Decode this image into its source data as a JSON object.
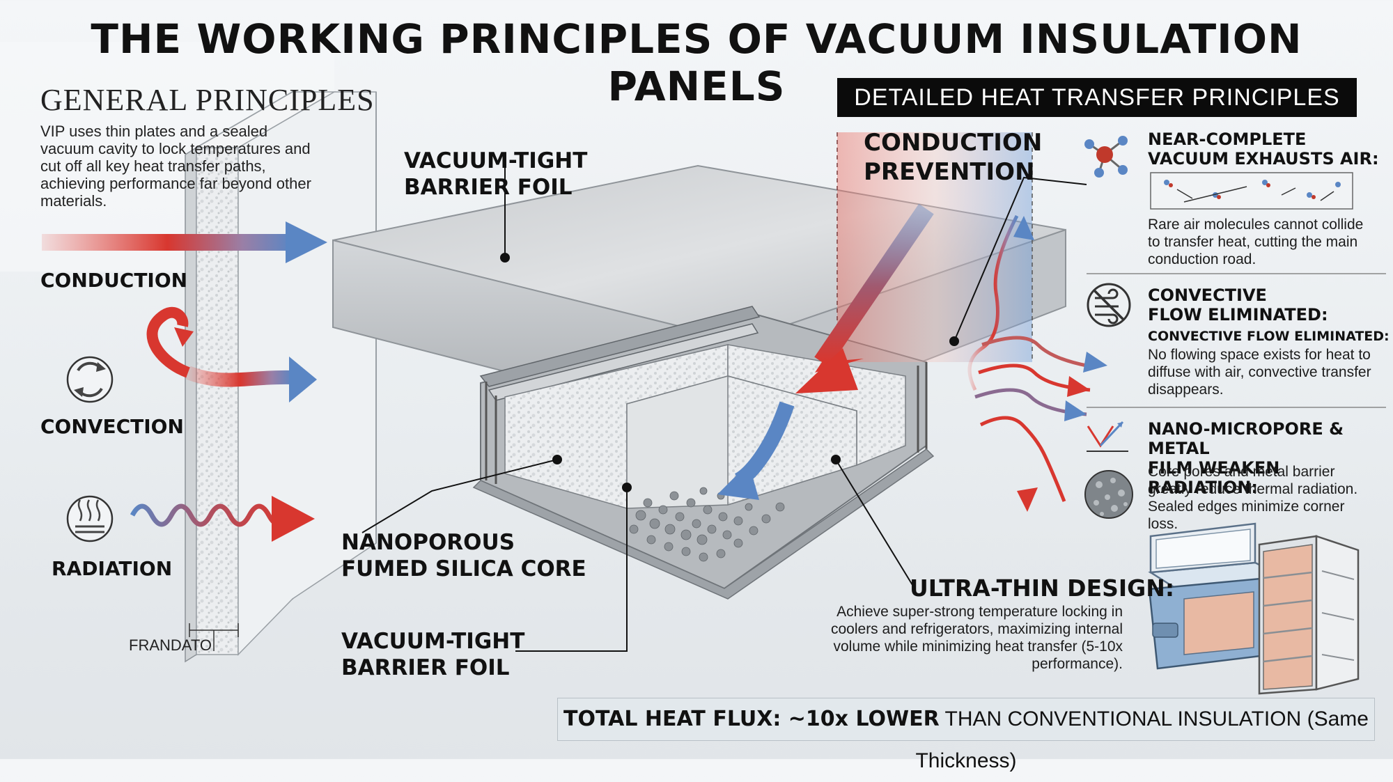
{
  "title": "THE WORKING PRINCIPLES OF VACUUM INSULATION PANELS",
  "general": {
    "heading": "GENERAL PRINCIPLES",
    "text": "VIP uses thin plates and a sealed vacuum cavity to lock temperatures and cut off all key heat transfer paths, achieving performance far beyond other materials.",
    "labels": {
      "conduction": "CONDUCTION",
      "convection": "CONVECTION",
      "radiation": "RADIATION"
    },
    "panel_label": "FRANDATO"
  },
  "callouts": {
    "foil_top_1": "VACUUM-TIGHT",
    "foil_top_2": "BARRIER FOIL",
    "core_1": "NANOPOROUS",
    "core_2": "FUMED SILICA CORE",
    "foil_bottom_1": "VACUUM-TIGHT",
    "foil_bottom_2": "BARRIER FOIL"
  },
  "detail": {
    "heading": "DETAILED HEAT TRANSFER PRINCIPLES",
    "conduction_prevention_1": "CONDUCTION",
    "conduction_prevention_2": "PREVENTION",
    "vacuum": {
      "head_1": "NEAR-COMPLETE",
      "head_2": "VACUUM EXHAUSTS AIR:",
      "text": "Rare air molecules cannot collide to transfer heat, cutting the main conduction road."
    },
    "convective": {
      "head_1": "CONVECTIVE",
      "head_2": "FLOW ELIMINATED:",
      "sub": "CONVECTIVE FLOW ELIMINATED:",
      "text": "No flowing space exists for heat to diffuse with air, convective transfer disappears."
    },
    "radiation": {
      "head_1": "NANO-MICROPORE & METAL",
      "head_2": "FILM WEAKEN RADIATION:",
      "text": "Core pores and metal barrier greatly reduce thermal radiation. Sealed edges minimize corner loss."
    }
  },
  "ultra_thin": {
    "heading": "ULTRA-THIN DESIGN:",
    "text": "Achieve super-strong temperature locking in coolers and refrigerators, maximizing internal volume while minimizing heat transfer (5-10x performance)."
  },
  "footer": {
    "bold": "TOTAL HEAT FLUX: ~10x LOWER",
    "rest": " THAN CONVENTIONAL INSULATION (Same Thickness)"
  },
  "colors": {
    "hot": "#d8372f",
    "cold": "#5a86c4",
    "foil": "#b9bdc1",
    "core": "#e6e8ea",
    "black": "#0b0b0b"
  }
}
